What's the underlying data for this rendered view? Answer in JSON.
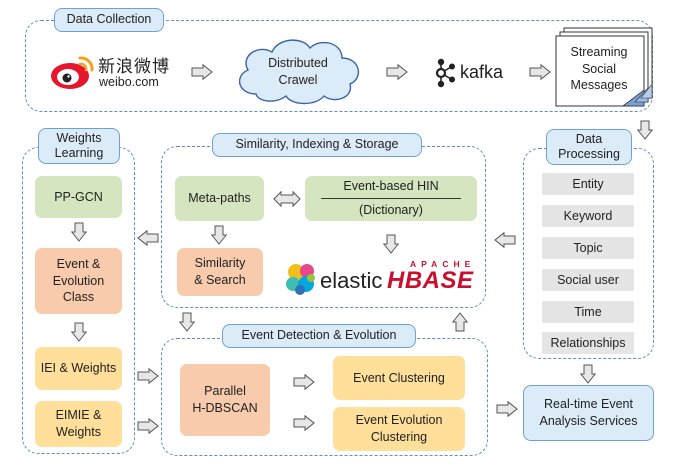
{
  "data_collection": {
    "label": "Data Collection",
    "weibo_chinese": "新浪微博",
    "weibo_domain": "weibo.com",
    "cloud_line1": "Distributed",
    "cloud_line2": "Crawel",
    "kafka": "kafka",
    "streaming_line1": "Streaming",
    "streaming_line2": "Social",
    "streaming_line3": "Messages"
  },
  "weights_learning": {
    "label_line1": "Weights",
    "label_line2": "Learning",
    "ppgcn": "PP-GCN",
    "event_line1": "Event &",
    "event_line2": "Evolution",
    "event_line3": "Class",
    "iei": "IEI & Weights",
    "eimie_line1": "EIMIE &",
    "eimie_line2": "Weights"
  },
  "similarity": {
    "label": "Similarity, Indexing & Storage",
    "metapaths": "Meta-paths",
    "hin_line1": "Event-based HIN",
    "hin_line2": "(Dictionary)",
    "sim_line1": "Similarity",
    "sim_line2": "& Search",
    "elastic": "elastic",
    "apache": "APACHE",
    "hbase": "HBASE"
  },
  "data_processing": {
    "label_line1": "Data",
    "label_line2": "Processing",
    "items": [
      "Entity",
      "Keyword",
      "Topic",
      "Social user",
      "Time",
      "Relationships"
    ]
  },
  "event_detection": {
    "label": "Event Detection & Evolution",
    "parallel_line1": "Parallel",
    "parallel_line2": "H-DBSCAN",
    "clustering": "Event Clustering",
    "evo_line1": "Event Evolution",
    "evo_line2": "Clustering"
  },
  "services": {
    "line1": "Real-time Event",
    "line2": "Analysis Services"
  },
  "colors": {
    "group_border": "#5b8fc8",
    "tag_fill": "#dcebf8",
    "green": "#d4e5bf",
    "peach": "#f8cbad",
    "yellow": "#ffdf9a",
    "gray": "#e5e5e5",
    "weibo_red": "#e6162d",
    "hbase_red": "#c8102e"
  }
}
